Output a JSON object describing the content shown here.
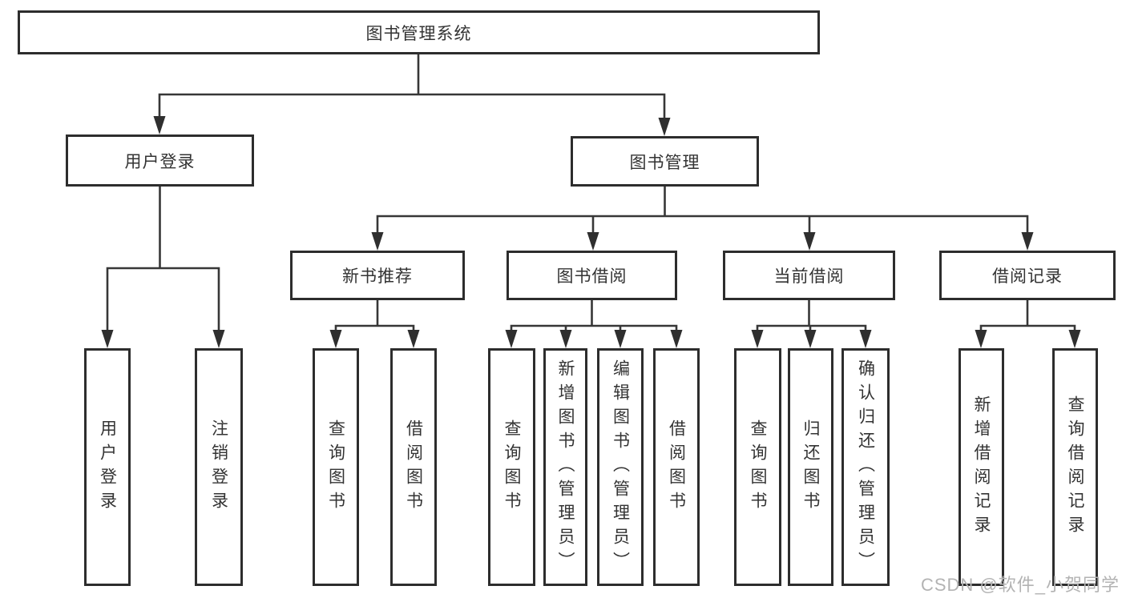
{
  "tree": {
    "label": "图书管理系统",
    "children": [
      {
        "label": "用户登录",
        "children": [
          {
            "label": "用户登录"
          },
          {
            "label": "注销登录"
          }
        ]
      },
      {
        "label": "图书管理",
        "children": [
          {
            "label": "新书推荐",
            "children": [
              {
                "label": "查询图书"
              },
              {
                "label": "借阅图书"
              }
            ]
          },
          {
            "label": "图书借阅",
            "children": [
              {
                "label": "查询图书"
              },
              {
                "label": "新增图书（管理员）"
              },
              {
                "label": "编辑图书（管理员）"
              },
              {
                "label": "借阅图书"
              }
            ]
          },
          {
            "label": "当前借阅",
            "children": [
              {
                "label": "查询图书"
              },
              {
                "label": "归还图书"
              },
              {
                "label": "确认归还（管理员）"
              }
            ]
          },
          {
            "label": "借阅记录",
            "children": [
              {
                "label": "新增借阅记录"
              },
              {
                "label": "查询借阅记录"
              }
            ]
          }
        ]
      }
    ]
  },
  "watermark": {
    "text": "CSDN @软件_小贺同学"
  },
  "colors": {
    "box_border": "#2d2d2d",
    "connector_line": "#373737",
    "arrowhead": "#2f2f2f",
    "text": "#333333",
    "watermark": "#b3b3b3",
    "background": "#ffffff"
  }
}
